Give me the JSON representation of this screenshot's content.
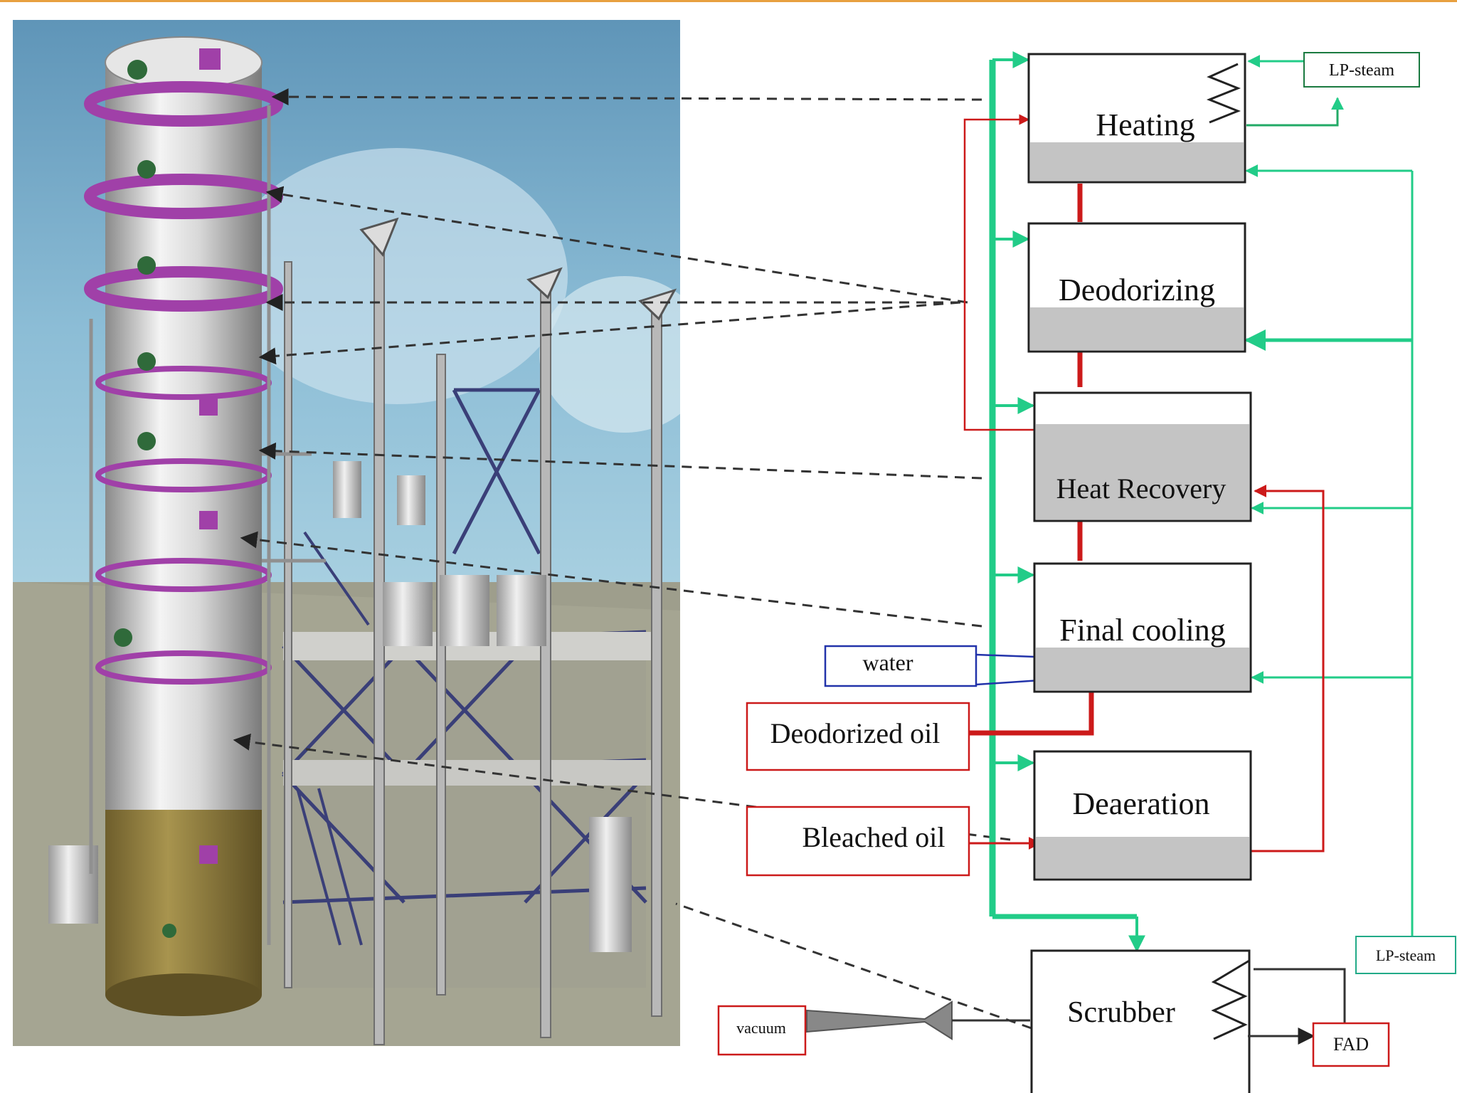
{
  "units": {
    "heating": "Heating",
    "deodorizing": "Deodorizing",
    "heat_recovery": "Heat Recovery",
    "final_cooling": "Final cooling",
    "deaeration": "Deaeration",
    "scrubber": "Scrubber"
  },
  "streams": {
    "lp_steam_top": "LP-steam",
    "lp_steam_bottom": "LP-steam",
    "water": "water",
    "deodorized_oil": "Deodorized oil",
    "bleached_oil": "Bleached oil",
    "vacuum": "vacuum",
    "fad": "FAD"
  },
  "colors": {
    "oil_line": "#cc1a1a",
    "steam_line": "#22cc88",
    "water_line": "#2233aa",
    "dashed_leader": "#333333",
    "tray_fill": "#c4c4c4",
    "sky": "#7fb3cf",
    "ground": "#9a9a88",
    "column_band": "#a040a8",
    "column_base": "#8a7840"
  }
}
